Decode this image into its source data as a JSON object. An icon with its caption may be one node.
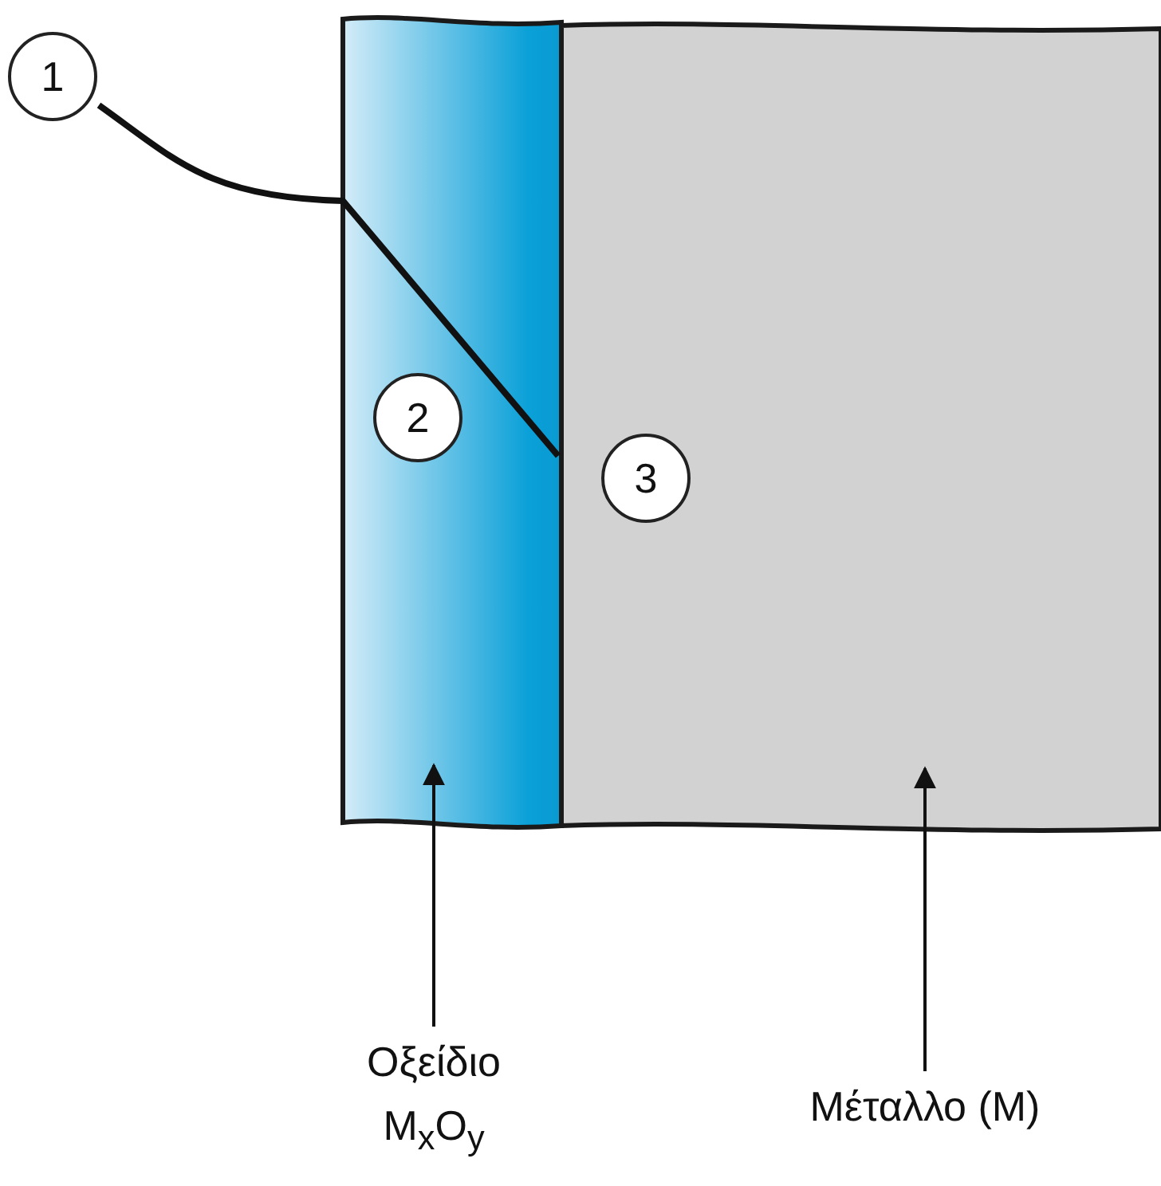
{
  "diagram": {
    "nodes": [
      {
        "text": [],
        "shape": "box"
      },
      {
        "text": [],
        "shape": "box"
      },
      {
        "text": [
          "Οξείδιο M$_{x}$O$_{y}$"
        ]
      },
      {
        "text": [
          "Μέταλλο (M)"
        ]
      },
      {
        "text": [
          "1"
        ]
      },
      {
        "text": [
          "2"
        ],
        "in": 0
      },
      {
        "text": [
          "3"
        ],
        "in": 1
      }
    ],
    "edges": [
      {
        "from": 2,
        "to": 0,
        "arrow": "to"
      },
      {
        "from": 3,
        "to": 1,
        "arrow": "to"
      }
    ]
  }
}
